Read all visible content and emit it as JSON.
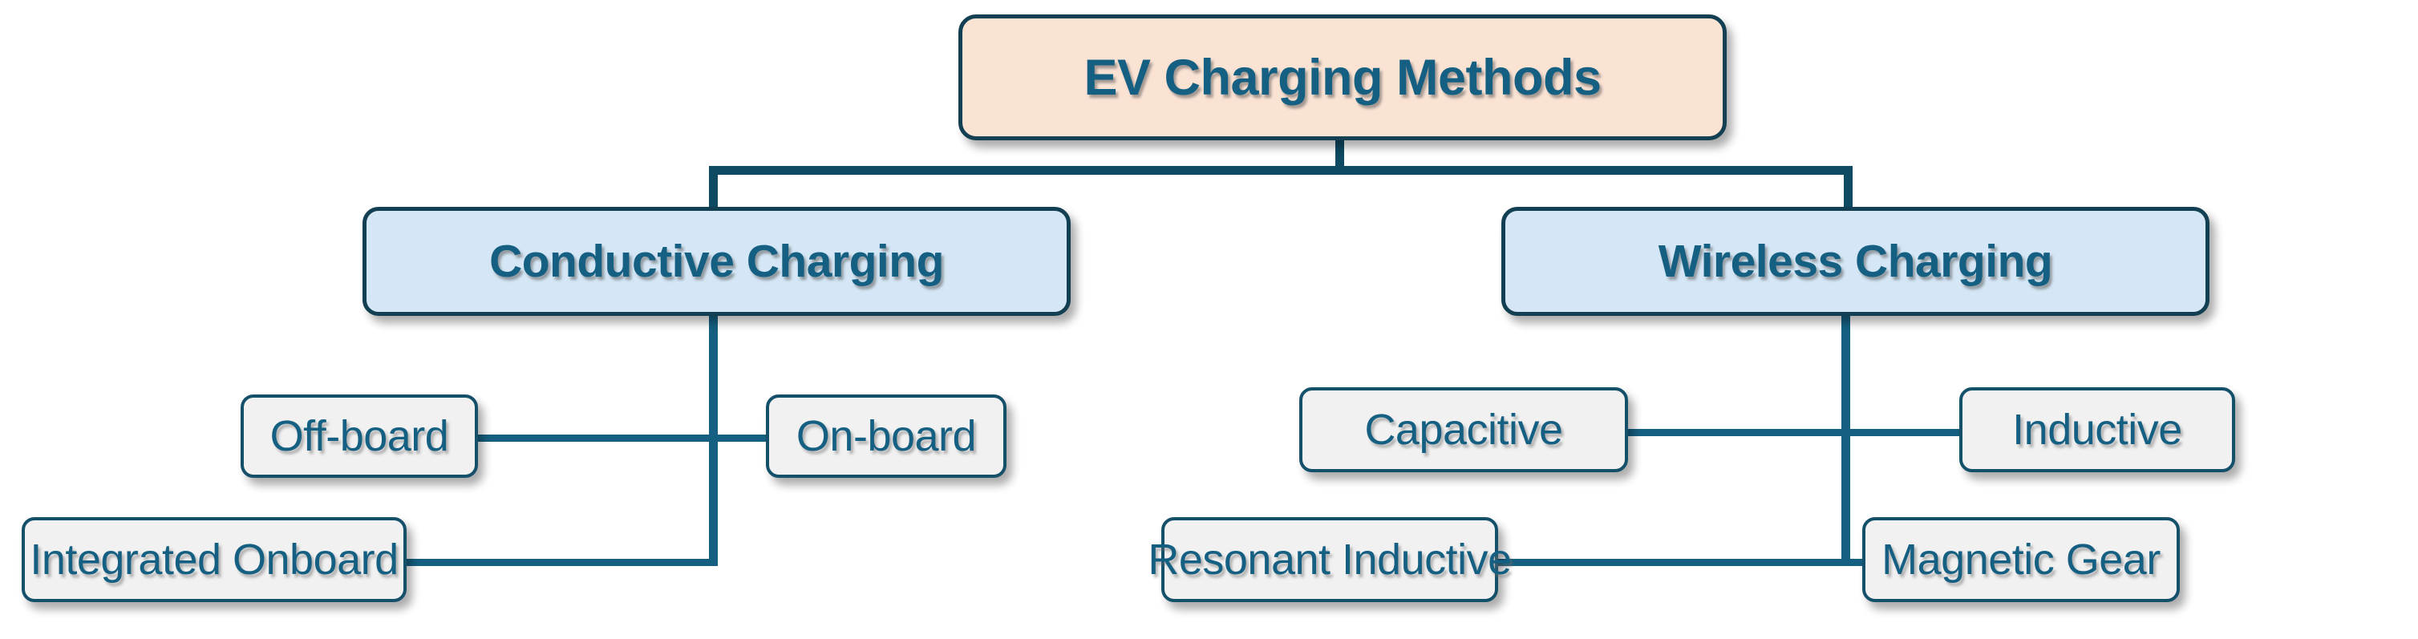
{
  "diagram": {
    "title": "EV Charging Methods",
    "type": "tree-hierarchy-chart",
    "background_color": "#FFFFFF",
    "palette": {
      "root_fill": "#FBE3D4",
      "branch_fill": "#D5E7F6",
      "leaf_fill": "#F1F1F1",
      "border_dark": "#123F52",
      "leaf_border": "#15506B",
      "text_color": "#156082",
      "connector_color": "#156082"
    },
    "root": {
      "label": "EV Charging Methods"
    },
    "branches": [
      {
        "label": "Conductive Charging",
        "children": [
          {
            "label": "Off-board"
          },
          {
            "label": "On-board"
          },
          {
            "label": "Integrated Onboard"
          }
        ]
      },
      {
        "label": "Wireless Charging",
        "children": [
          {
            "label": "Capacitive"
          },
          {
            "label": "Inductive"
          },
          {
            "label": "Resonant Inductive"
          },
          {
            "label": "Magnetic Gear"
          }
        ]
      }
    ]
  }
}
